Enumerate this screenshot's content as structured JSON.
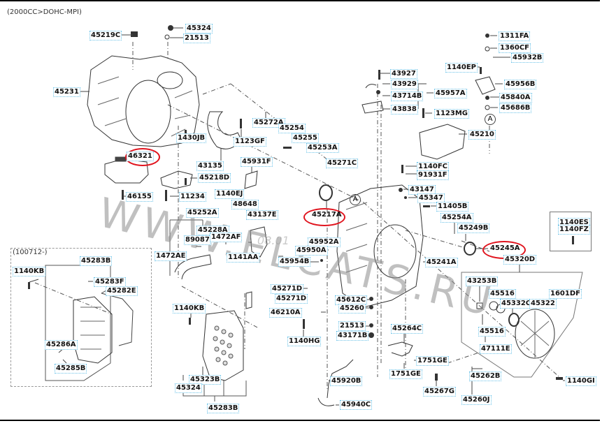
{
  "header": {
    "engine_spec": "(2000CC>DOHC-MPI)"
  },
  "variant_box": {
    "label": "(100712-)"
  },
  "watermark": {
    "text": "WWW.ELCATS.RU",
    "stamp": "08.01"
  },
  "highlight_color": "#e0141e",
  "label_border_color": "#6cc3e8",
  "parts": {
    "p45219C": "45219C",
    "p45324a": "45324",
    "p21513a": "21513",
    "p45231": "45231",
    "p1430JB": "1430JB",
    "p1123GF": "1123GF",
    "p45272A": "45272A",
    "p45254": "45254",
    "p45255": "45255",
    "p45253A": "45253A",
    "p45271C": "45271C",
    "p46321": "46321",
    "p43135": "43135",
    "p45218D": "45218D",
    "p46155": "46155",
    "p11234": "11234",
    "p45931F": "45931F",
    "p1140EJ": "1140EJ",
    "p48648": "48648",
    "p43137E": "43137E",
    "p45252A": "45252A",
    "p45228A": "45228A",
    "p89087": "89087",
    "p1472AF": "1472AF",
    "p1472AE": "1472AE",
    "p1141AA": "1141AA",
    "p45217A": "45217A",
    "p45952A": "45952A",
    "p45950A": "45950A",
    "p45954B": "45954B",
    "p43927": "43927",
    "p43929": "43929",
    "p43714B": "43714B",
    "p45957A": "45957A",
    "p43838": "43838",
    "p1123MG": "1123MG",
    "p45210": "45210",
    "p1311FA": "1311FA",
    "p1360CF": "1360CF",
    "p45932B": "45932B",
    "p1140EP": "1140EP",
    "p45956B": "45956B",
    "p45840A": "45840A",
    "p45686B": "45686B",
    "p1140FC": "1140FC",
    "p91931F": "91931F",
    "p43147": "43147",
    "p45347": "45347",
    "p11405B": "11405B",
    "p45254A": "45254A",
    "p45249B": "45249B",
    "p45245A": "45245A",
    "p45241A": "45241A",
    "p45320D": "45320D",
    "p1140ES": "1140ES",
    "p1140FZ": "1140FZ",
    "p43253B": "43253B",
    "p45516a": "45516",
    "p45332C": "45332C",
    "p45322": "45322",
    "p1601DF": "1601DF",
    "p45516b": "45516",
    "p47111E": "47111E",
    "p1140GI": "1140GI",
    "p45262B": "45262B",
    "p45260J": "45260J",
    "p45264C": "45264C",
    "p1751GEa": "1751GE",
    "p1751GEb": "1751GE",
    "p45267G": "45267G",
    "p45271Da": "45271D",
    "p45271Db": "45271D",
    "p45612C": "45612C",
    "p45260": "45260",
    "p46210A": "46210A",
    "p1140HG": "1140HG",
    "p21513b": "21513",
    "p43171B": "43171B",
    "p45920B": "45920B",
    "p45940C": "45940C",
    "p45283Ba": "45283B",
    "p1140KBa": "1140KB",
    "p45283F": "45283F",
    "p45282E": "45282E",
    "p45286A": "45286A",
    "p45285B": "45285B",
    "p1140KBb": "1140KB",
    "p45323B": "45323B",
    "p45324b": "45324",
    "p45283Bb": "45283B",
    "ref_marker": "A"
  }
}
